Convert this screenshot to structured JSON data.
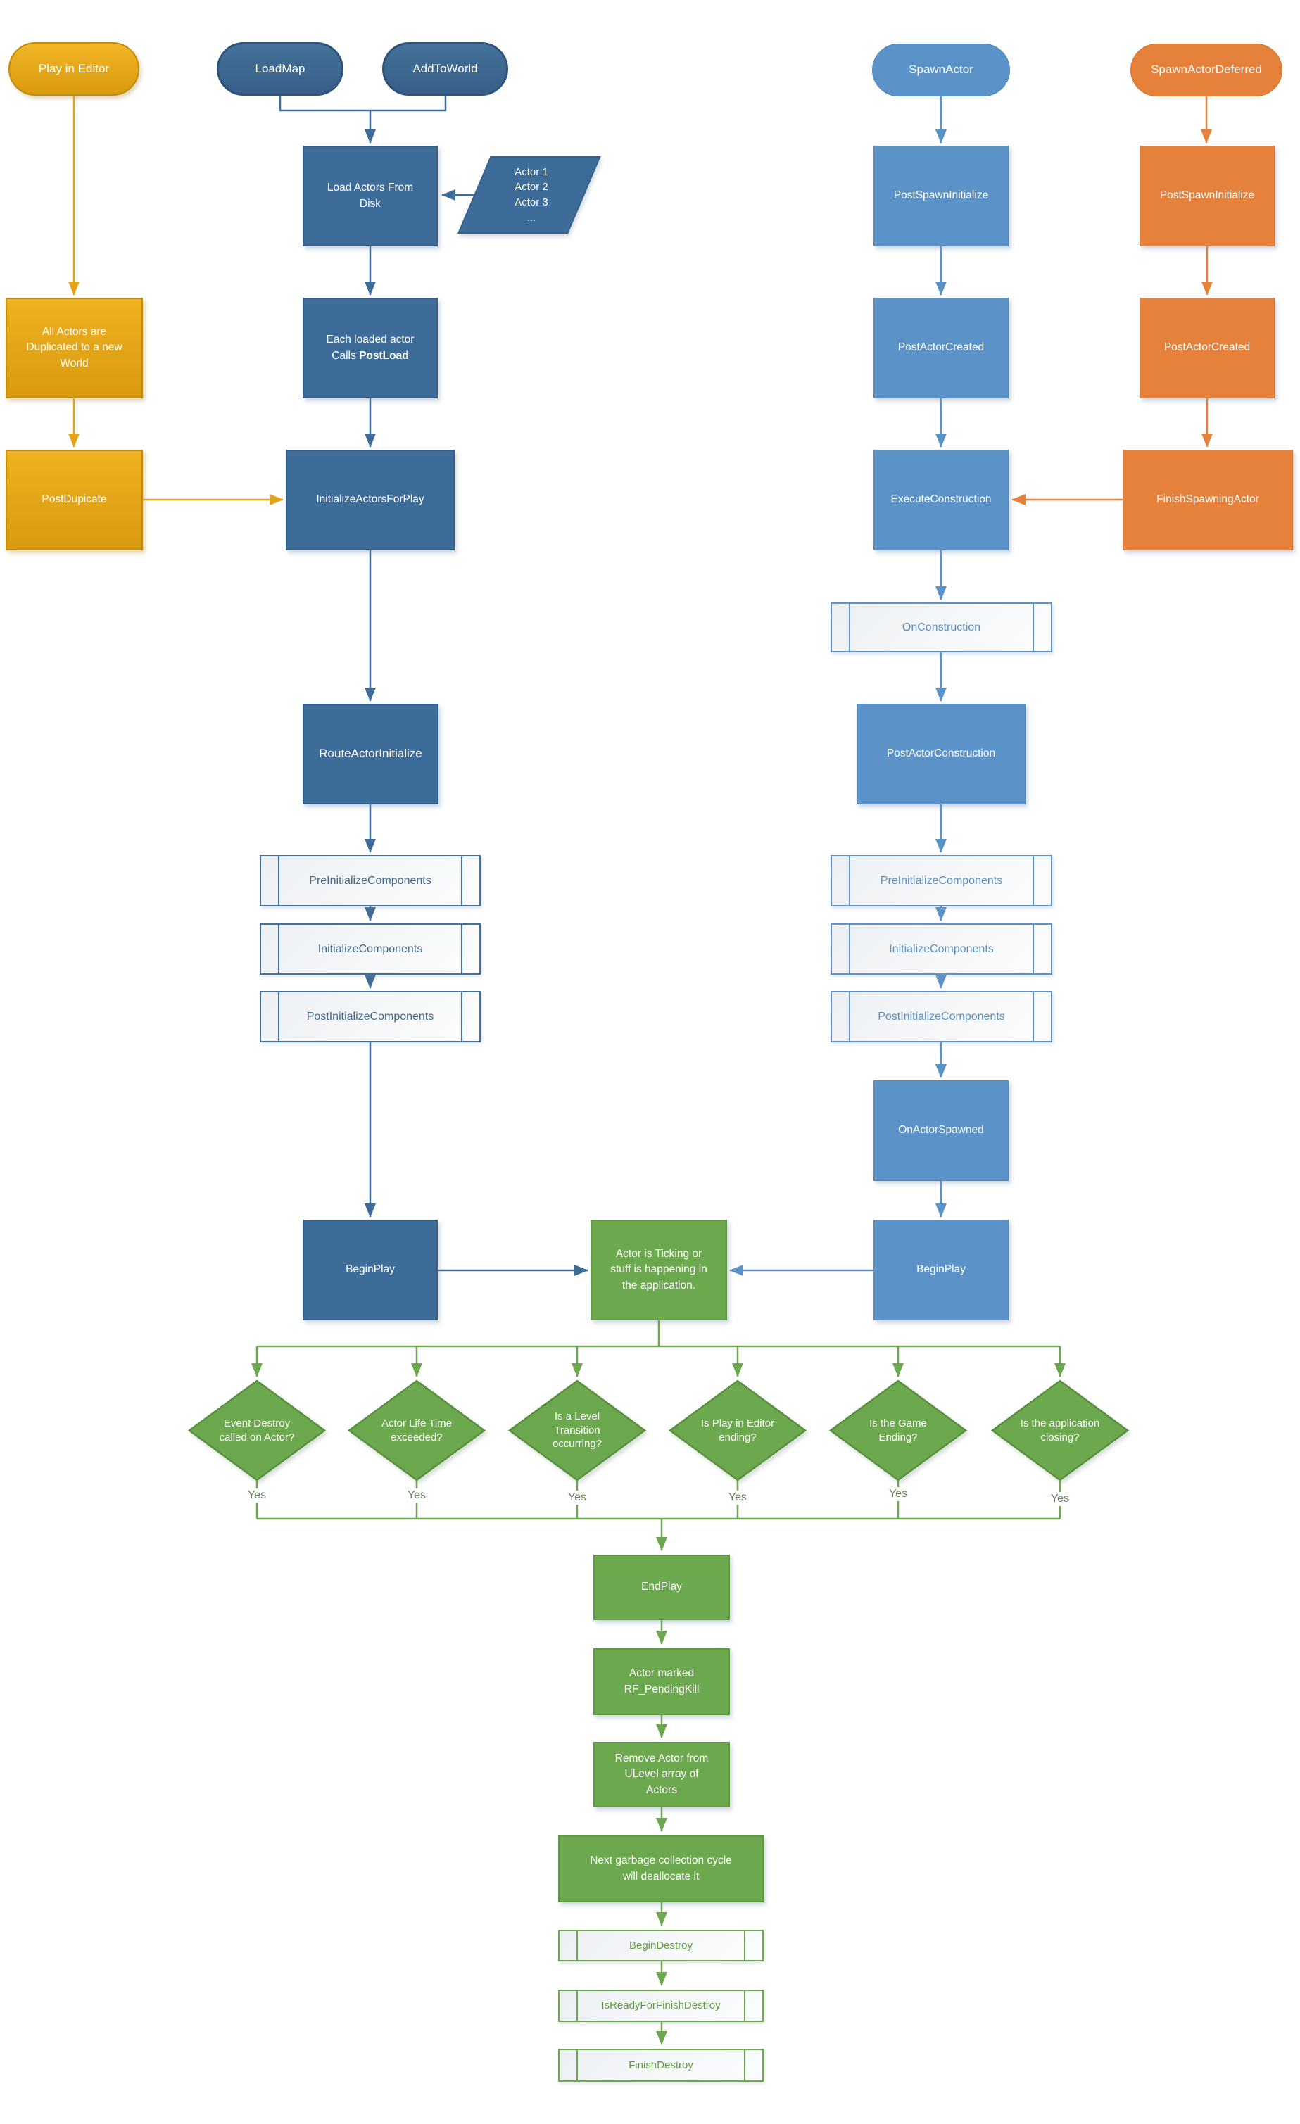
{
  "title": "Unreal Engine Actor Lifecycle flowchart",
  "colors": {
    "gold": "#E3A41C",
    "dark_blue": "#3E6C99",
    "blue": "#5B92C8",
    "orange": "#E5813B",
    "green": "#6CA84E",
    "subroutine_fill": "#F7F9FA",
    "background": "#FFFFFF"
  },
  "labels": {
    "yes": "Yes"
  },
  "nodes": {
    "playInEditor": {
      "label": "Play in Editor"
    },
    "loadMap": {
      "label": "LoadMap"
    },
    "addToWorld": {
      "label": "AddToWorld"
    },
    "spawnActor": {
      "label": "SpawnActor"
    },
    "spawnActorDeferred": {
      "label": "SpawnActorDeferred"
    },
    "loadActorsFromDisk": {
      "label": "Load Actors From\nDisk"
    },
    "actorList": {
      "label": "Actor 1\nActor 2\nActor 3\n..."
    },
    "allActorsDuplicated": {
      "label": "All Actors are\nDuplicated to a new\nWorld"
    },
    "eachLoadedActor": {
      "line1": "Each loaded actor",
      "callsPrefix": "Calls ",
      "postLoad": "PostLoad"
    },
    "postDupicate": {
      "label": "PostDupicate"
    },
    "initializeActorsForPlay": {
      "label": "InitializeActorsForPlay"
    },
    "routeActorInitialize": {
      "label": "RouteActorInitialize"
    },
    "preInitializeComponentsLeft": {
      "label": "PreInitializeComponents"
    },
    "initializeComponentsLeft": {
      "label": "InitializeComponents"
    },
    "postInitializeComponentsLeft": {
      "label": "PostInitializeComponents"
    },
    "beginPlayLeft": {
      "label": "BeginPlay"
    },
    "postSpawnInitializeBlue": {
      "label": "PostSpawnInitialize"
    },
    "postActorCreatedBlue": {
      "label": "PostActorCreated"
    },
    "executeConstruction": {
      "label": "ExecuteConstruction"
    },
    "onConstruction": {
      "label": "OnConstruction"
    },
    "postActorConstruction": {
      "label": "PostActorConstruction"
    },
    "preInitializeComponentsRight": {
      "label": "PreInitializeComponents"
    },
    "initializeComponentsRight": {
      "label": "InitializeComponents"
    },
    "postInitializeComponentsRight": {
      "label": "PostInitializeComponents"
    },
    "onActorSpawned": {
      "label": "OnActorSpawned"
    },
    "beginPlayRight": {
      "label": "BeginPlay"
    },
    "postSpawnInitializeOrange": {
      "label": "PostSpawnInitialize"
    },
    "postActorCreatedOrange": {
      "label": "PostActorCreated"
    },
    "finishSpawningActor": {
      "label": "FinishSpawningActor"
    },
    "actorTicking": {
      "label": "Actor is Ticking or\nstuff is happening in\nthe application."
    },
    "diamondEventDestroy": {
      "label": "Event Destroy\ncalled on Actor?"
    },
    "diamondLifeTime": {
      "label": "Actor Life Time\nexceeded?"
    },
    "diamondLevelTransition": {
      "label": "Is a Level\nTransition\noccurring?"
    },
    "diamondPieEnding": {
      "label": "Is Play in Editor\nending?"
    },
    "diamondGameEnding": {
      "label": "Is the Game\nEnding?"
    },
    "diamondAppClosing": {
      "label": "Is the application\nclosing?"
    },
    "endPlay": {
      "label": "EndPlay"
    },
    "actorMarked": {
      "label": "Actor marked\nRF_PendingKill"
    },
    "removeActor": {
      "label": "Remove Actor from\nULevel array of\nActors"
    },
    "nextGarbage": {
      "label": "Next garbage collection cycle\nwill deallocate it"
    },
    "beginDestroy": {
      "label": "BeginDestroy"
    },
    "isReadyForFinishDestroy": {
      "label": "IsReadyForFinishDestroy"
    },
    "finishDestroy": {
      "label": "FinishDestroy"
    }
  }
}
